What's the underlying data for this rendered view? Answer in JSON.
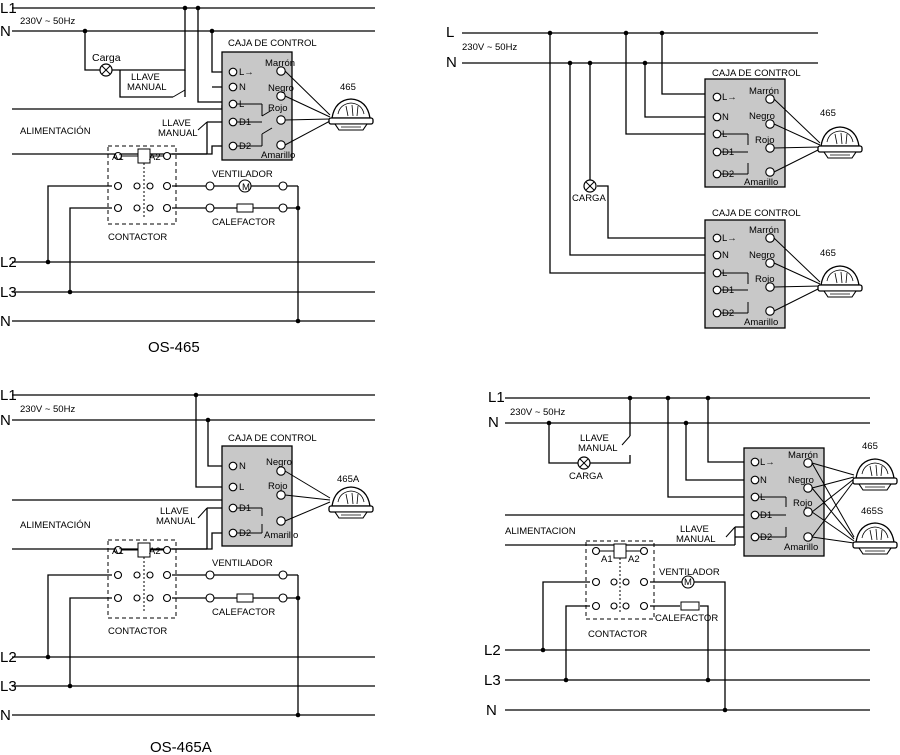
{
  "d1": {
    "title": "OS-465",
    "buses": [
      "L1",
      "N",
      "L2",
      "L3",
      "N"
    ],
    "voltage": "230V ~ 50Hz",
    "carga": "Carga",
    "llave_line1": "LLAVE",
    "llave_line2": "MANUAL",
    "caja": "CAJA DE CONTROL",
    "alimentacion": "ALIMENTACIÓN",
    "left_terms": [
      "L→",
      "N",
      "L",
      "D1",
      "D2"
    ],
    "right_terms": [
      "Marrón",
      "Negro",
      "Rojo",
      "Amarillo"
    ],
    "sensor": "465",
    "a1": "A1",
    "a2": "A2",
    "ventilador": "VENTILADOR",
    "calefactor": "CALEFACTOR",
    "contactor": "CONTACTOR",
    "motor": "M"
  },
  "d2": {
    "buses": [
      "L",
      "N"
    ],
    "voltage": "230V ~ 50Hz",
    "caja": "CAJA DE CONTROL",
    "carga": "CARGA",
    "left_terms": [
      "L→",
      "N",
      "L",
      "D1",
      "D2"
    ],
    "right_terms": [
      "Marrón",
      "Negro",
      "Rojo",
      "Amarillo"
    ],
    "sensor": "465"
  },
  "d3": {
    "title": "OS-465A",
    "buses": [
      "L1",
      "N",
      "L2",
      "L3",
      "N"
    ],
    "voltage": "230V ~ 50Hz",
    "caja": "CAJA DE CONTROL",
    "alimentacion": "ALIMENTACIÓN",
    "llave_line1": "LLAVE",
    "llave_line2": "MANUAL",
    "left_terms": [
      "N",
      "L",
      "D1",
      "D2"
    ],
    "right_terms": [
      "Negro",
      "Rojo",
      "Amarillo"
    ],
    "sensor": "465A",
    "a1": "A1",
    "a2": "A2",
    "ventilador": "VENTILADOR",
    "calefactor": "CALEFACTOR",
    "contactor": "CONTACTOR"
  },
  "d4": {
    "buses": [
      "L1",
      "N",
      "L2",
      "L3",
      "N"
    ],
    "voltage": "230V ~ 50Hz",
    "llave_line1": "LLAVE",
    "llave_line2": "MANUAL",
    "carga": "CARGA",
    "alimentacion": "ALIMENTACION",
    "left_terms": [
      "L→",
      "N",
      "L",
      "D1",
      "D2"
    ],
    "right_terms": [
      "Marrón",
      "Negro",
      "Rojo",
      "Amarillo"
    ],
    "sensor_a": "465",
    "sensor_b": "465S",
    "a1": "A1",
    "a2": "A2",
    "ventilador": "VENTILADOR",
    "calefactor": "CALEFACTOR",
    "contactor": "CONTACTOR",
    "motor": "M"
  }
}
